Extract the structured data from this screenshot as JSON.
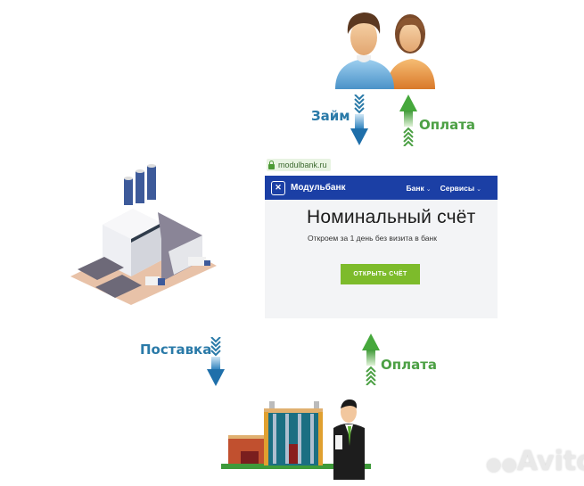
{
  "nodes": {
    "clients": {
      "label": "",
      "icon": "people-icon"
    },
    "factory": {
      "label": "",
      "icon": "factory-icon"
    },
    "buyer": {
      "label": "",
      "icon": "businessman-building-icon"
    }
  },
  "edges": {
    "loan": {
      "label": "Займ",
      "direction": "down",
      "color": "#2a7aa8"
    },
    "payment_top": {
      "label": "Оплата",
      "direction": "up",
      "color": "#4ca044"
    },
    "delivery": {
      "label": "Поставка",
      "direction": "down",
      "color": "#2a7aa8"
    },
    "payment_bottom": {
      "label": "Оплата",
      "direction": "up",
      "color": "#4ca044"
    }
  },
  "browser": {
    "url": "modulbank.ru",
    "brand": "Модульбанк",
    "nav_items": [
      {
        "label": "Банк"
      },
      {
        "label": "Сервисы"
      }
    ],
    "hero_title": "Номинальный счёт",
    "hero_subtitle": "Откроем за 1 день без визита в банк",
    "cta_label": "ОТКРЫТЬ СЧЁТ",
    "colors": {
      "nav": "#1b3fa5",
      "cta": "#7dbb2b"
    }
  },
  "watermark": "Avito"
}
